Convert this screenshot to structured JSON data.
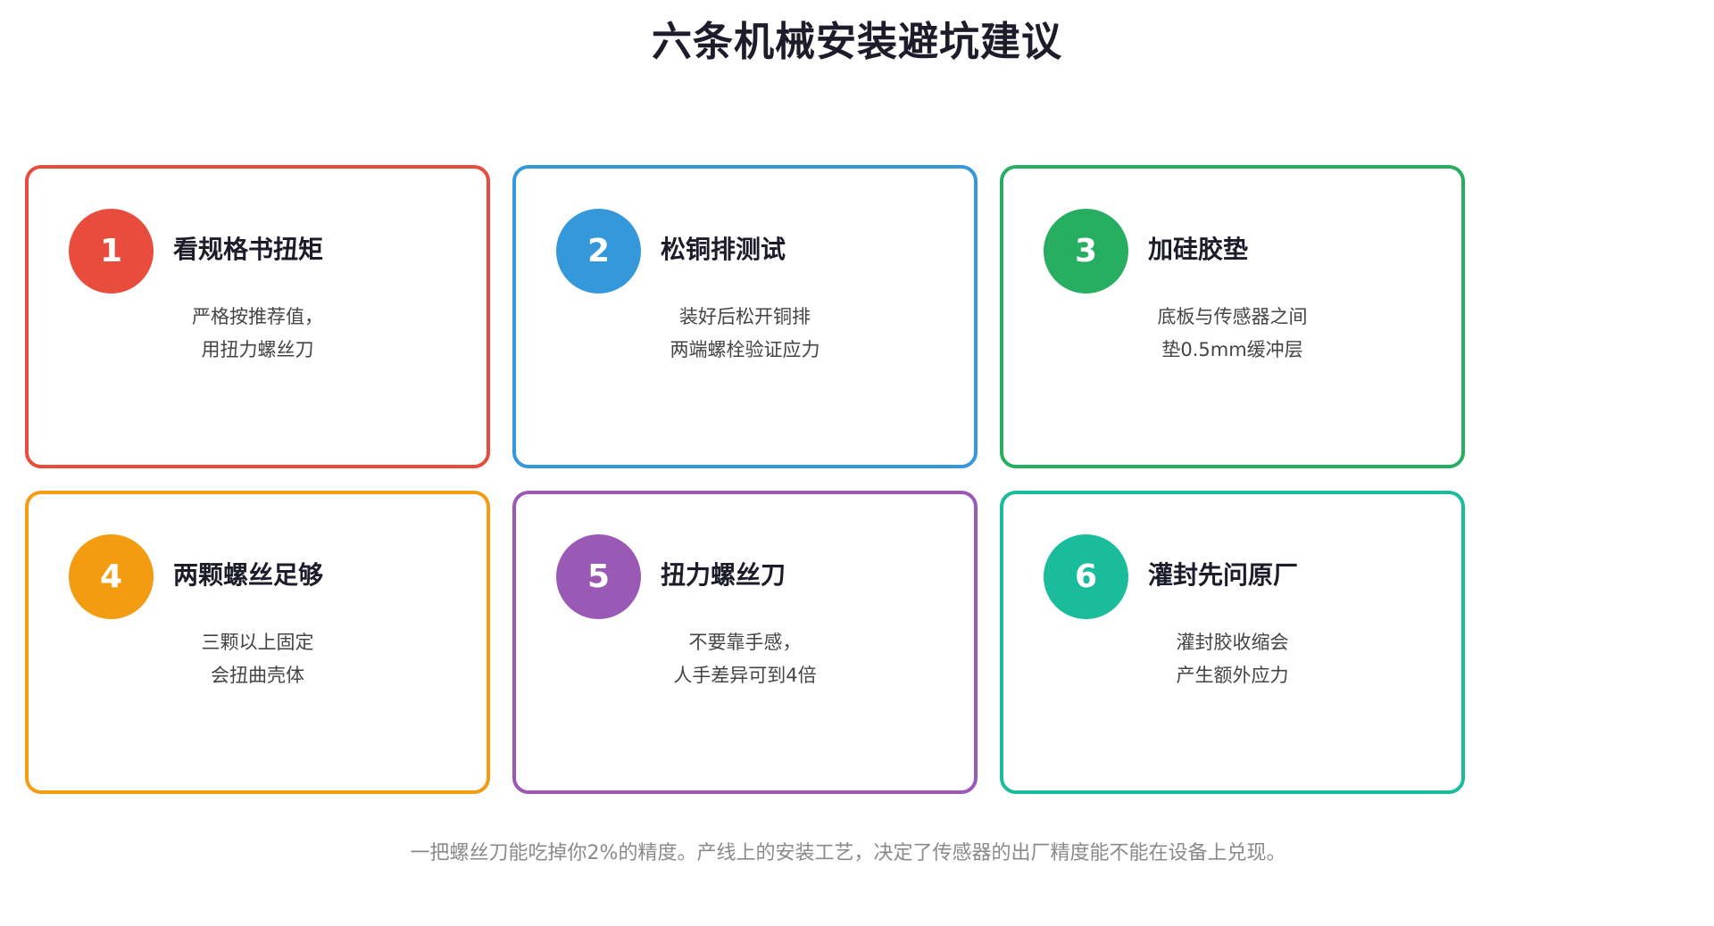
{
  "title": "六条机械安装避坑建议",
  "cards": [
    {
      "number": "1",
      "title": "看规格书扭矩",
      "line1": "严格按推荐值，",
      "line2": "用扭力螺丝刀",
      "color": "#e74c3c"
    },
    {
      "number": "2",
      "title": "松铜排测试",
      "line1": "装好后松开铜排",
      "line2": "两端螺栓验证应力",
      "color": "#3498db"
    },
    {
      "number": "3",
      "title": "加硅胶垫",
      "line1": "底板与传感器之间",
      "line2": "垫0.5mm缓冲层",
      "color": "#27ae60"
    },
    {
      "number": "4",
      "title": "两颗螺丝足够",
      "line1": "三颗以上固定",
      "line2": "会扭曲壳体",
      "color": "#f39c12"
    },
    {
      "number": "5",
      "title": "扭力螺丝刀",
      "line1": "不要靠手感，",
      "line2": "人手差异可到4倍",
      "color": "#9b59b6"
    },
    {
      "number": "6",
      "title": "灌封先问原厂",
      "line1": "灌封胶收缩会",
      "line2": "产生额外应力",
      "color": "#1abc9c"
    }
  ],
  "footer": "一把螺丝刀能吃掉你2%的精度。产线上的安装工艺，决定了传感器的出厂精度能不能在设备上兑现。"
}
